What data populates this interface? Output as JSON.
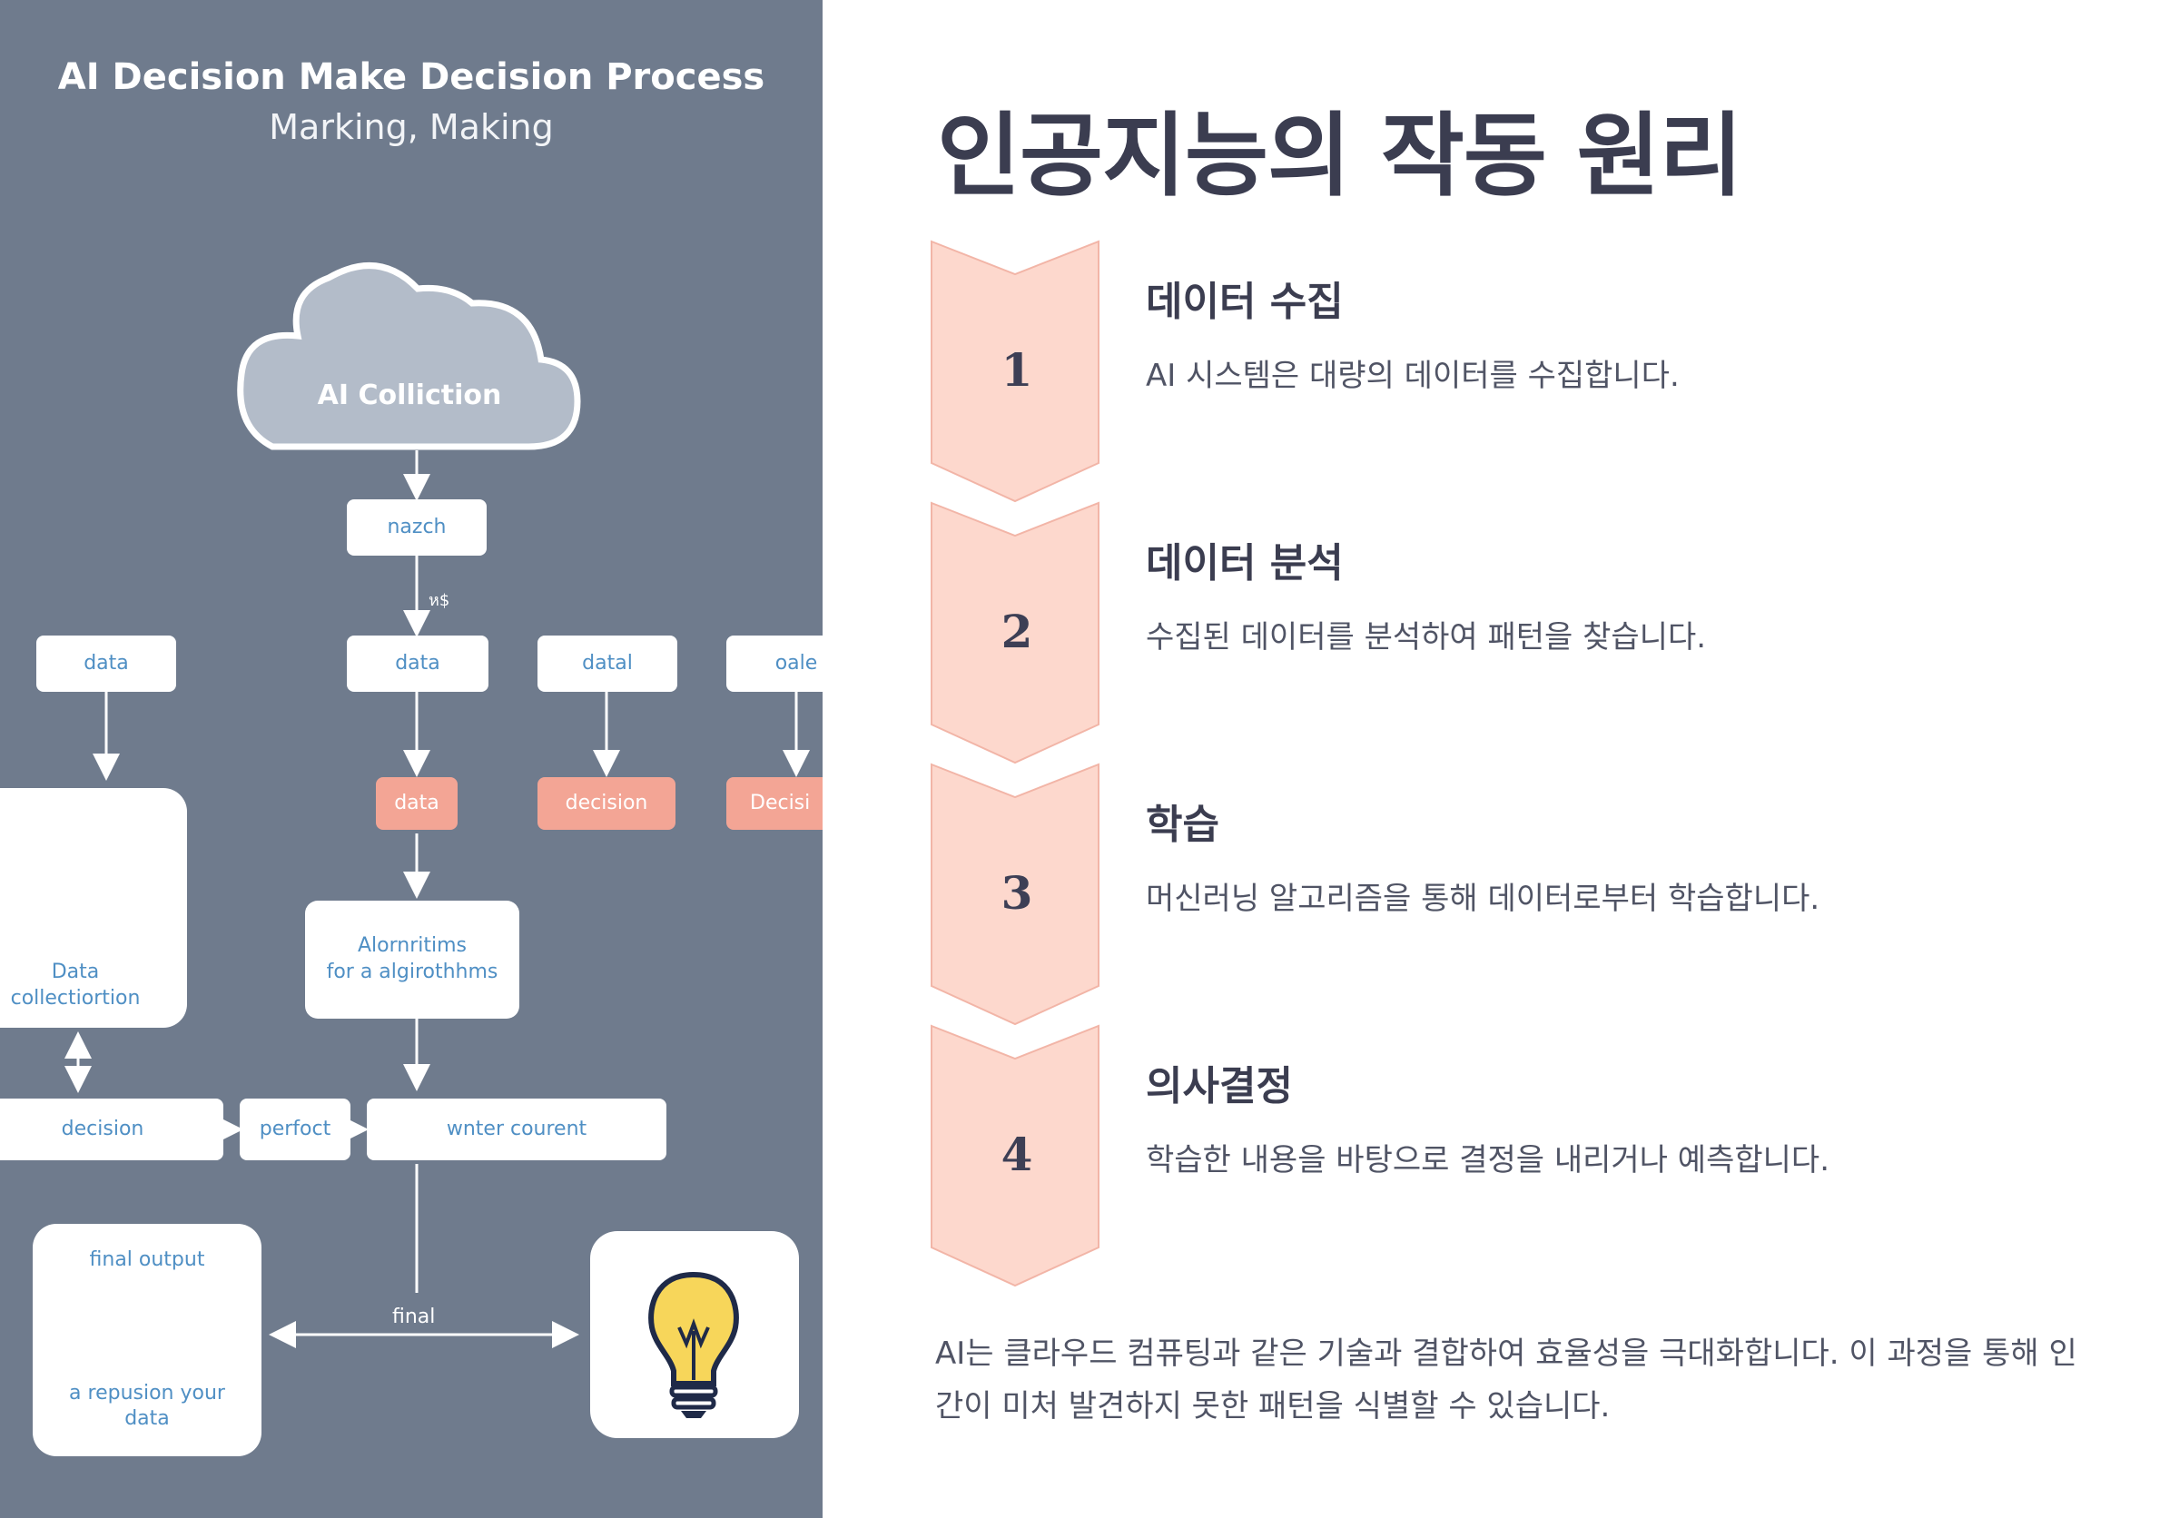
{
  "illustration": {
    "title": "AI Decision Make Decision Process",
    "subtitle": "Marking, Making",
    "cloud_label": "AI Colliction",
    "node_nazch": "nazch",
    "arrow_label": "ห$",
    "row1": [
      "data",
      "data",
      "datal",
      "oale"
    ],
    "row2": [
      "data",
      "decision",
      "Decisi"
    ],
    "data_collection_label": "Data\ncollectiortion",
    "algorithms_label": "Alornritims\nfor a algirothhms",
    "decision_label": "decision",
    "perfoct_label": "perfoct",
    "wnter_label": "wnter courent",
    "final_output_title": "final output",
    "final_output_caption": "a repusion your\ndata",
    "final_label": "final"
  },
  "page": {
    "title": "인공지능의 작동 원리"
  },
  "steps": [
    {
      "number": "1",
      "title": "데이터 수집",
      "description": "AI 시스템은 대량의 데이터를 수집합니다."
    },
    {
      "number": "2",
      "title": "데이터 분석",
      "description": "수집된 데이터를 분석하여 패턴을 찾습니다."
    },
    {
      "number": "3",
      "title": "학습",
      "description": "머신러닝 알고리즘을 통해 데이터로부터 학습합니다."
    },
    {
      "number": "4",
      "title": "의사결정",
      "description": "학습한 내용을 바탕으로 결정을 내리거나 예측합니다."
    }
  ],
  "summary": "AI는 클라우드 컴퓨팅과 같은 기술과 결합하여 효율성을 극대화합니다. 이 과정을 통해 인간이 미처 발견하지 못한 패턴을 식별할 수 있습니다.",
  "colors": {
    "panel_bg": "#6f7b8d",
    "chevron_fill": "#fdd8cd",
    "salmon_node": "#f3a595",
    "text_dark": "#3b3d50",
    "bulb_yellow": "#f7d65a"
  },
  "icons": [
    "cloud-icon",
    "gauge-icon",
    "lightbulb-icon",
    "flow-icon"
  ]
}
